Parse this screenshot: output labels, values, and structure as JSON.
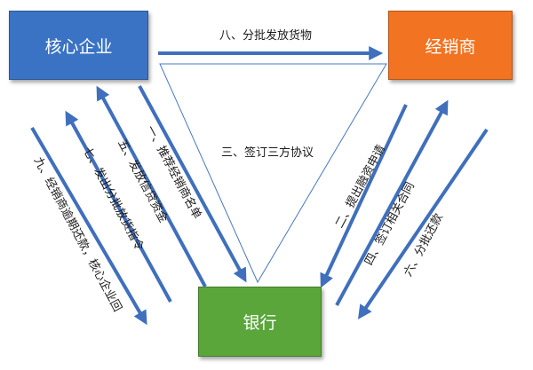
{
  "nodes": {
    "core": {
      "label": "核心企业",
      "color": "#3b73c4"
    },
    "dealer": {
      "label": "经销商",
      "color": "#f27321"
    },
    "bank": {
      "label": "银行",
      "color": "#5aa63b"
    }
  },
  "arrow_color": "#3f6fbd",
  "steps": {
    "s1": "一、推荐经销商名单",
    "s2": "二、提出融资申请",
    "s3": "三、签订三方协议",
    "s4": "四、签订相关合同",
    "s5": "五、发放信贷资金",
    "s6": "六、分批还款",
    "s7": "七、发出分批放货指令",
    "s8": "八、分批发放货物",
    "s9": "九、经销商逾期还款，核心企业回"
  }
}
